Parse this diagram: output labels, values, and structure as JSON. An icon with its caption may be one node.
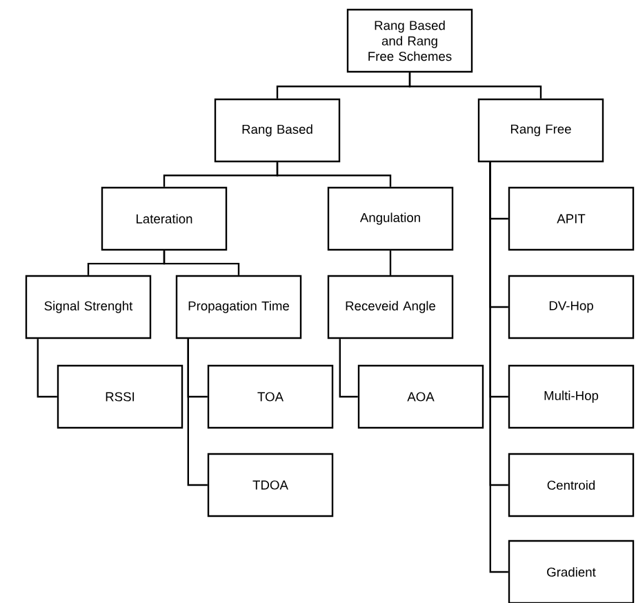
{
  "diagram": {
    "nodes": [
      {
        "text": [
          "Rang Based and Rang Free Schemes"
        ]
      },
      {
        "text": [
          "Rang Based"
        ]
      },
      {
        "text": [
          "Rang Free"
        ]
      },
      {
        "text": [
          "Lateration"
        ]
      },
      {
        "text": [
          "Angulation"
        ]
      },
      {
        "text": [
          "APIT"
        ]
      },
      {
        "text": [
          "Signal Strenght"
        ]
      },
      {
        "text": [
          "Propagation Time"
        ]
      },
      {
        "text": [
          "Receveid Angle"
        ]
      },
      {
        "text": [
          "DV-Hop"
        ]
      },
      {
        "text": [
          "RSSI"
        ]
      },
      {
        "text": [
          "TOA"
        ]
      },
      {
        "text": [
          "AOA"
        ]
      },
      {
        "text": [
          "Multi-Hop"
        ]
      },
      {
        "text": [
          "TDOA"
        ]
      },
      {
        "text": [
          "Centroid"
        ]
      },
      {
        "text": [
          "Gradient"
        ]
      }
    ],
    "edges": [
      {
        "from": 0,
        "to": 1,
        "arrow": "none"
      },
      {
        "from": 0,
        "to": 2,
        "arrow": "none"
      },
      {
        "from": 1,
        "to": 3,
        "arrow": "none"
      },
      {
        "from": 1,
        "to": 4,
        "arrow": "none"
      },
      {
        "from": 3,
        "to": 6,
        "arrow": "none"
      },
      {
        "from": 3,
        "to": 7,
        "arrow": "none"
      },
      {
        "from": 4,
        "to": 8,
        "arrow": "none"
      },
      {
        "from": 6,
        "to": 10,
        "arrow": "none"
      },
      {
        "from": 7,
        "to": 11,
        "arrow": "none"
      },
      {
        "from": 7,
        "to": 14,
        "arrow": "none"
      },
      {
        "from": 8,
        "to": 12,
        "arrow": "none"
      },
      {
        "from": 2,
        "to": 5,
        "arrow": "none"
      },
      {
        "from": 2,
        "to": 9,
        "arrow": "none"
      },
      {
        "from": 2,
        "to": 13,
        "arrow": "none"
      },
      {
        "from": 2,
        "to": 15,
        "arrow": "none"
      },
      {
        "from": 2,
        "to": 16,
        "arrow": "none"
      }
    ]
  }
}
